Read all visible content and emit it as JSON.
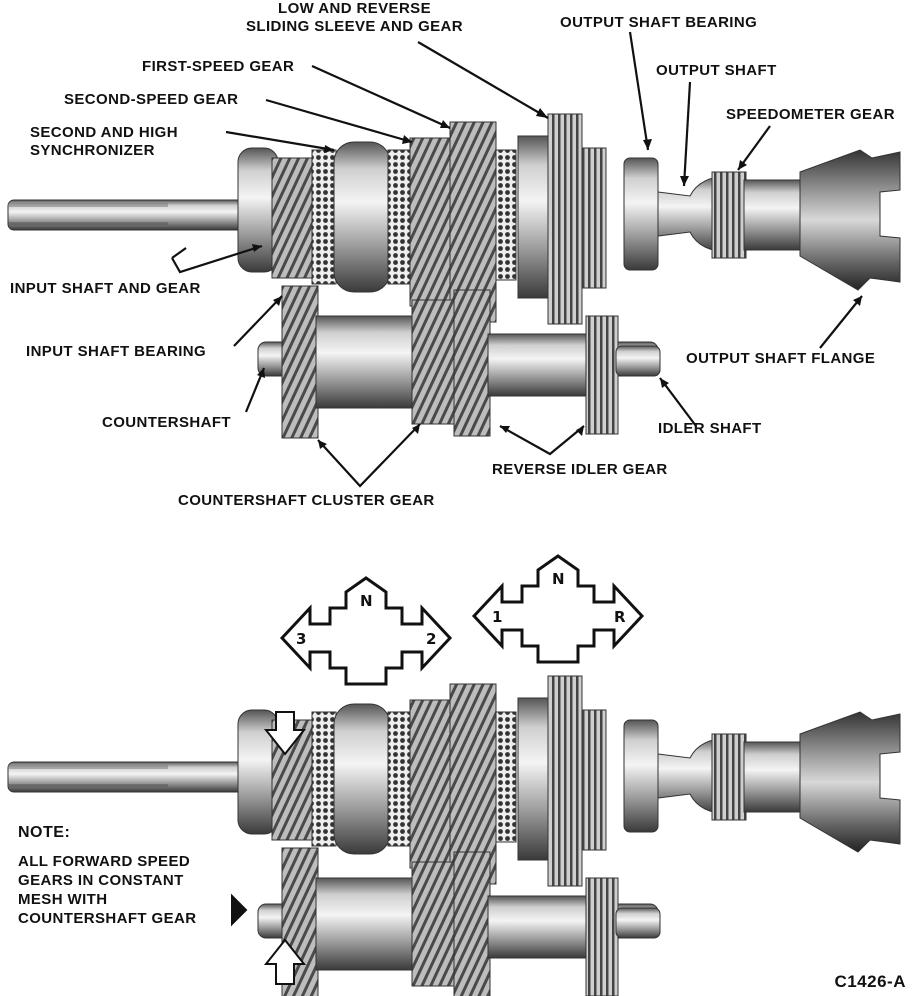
{
  "labels": {
    "low_reverse_line1": "LOW AND REVERSE",
    "low_reverse_line2": "SLIDING SLEEVE AND GEAR",
    "output_shaft_bearing": "OUTPUT SHAFT BEARING",
    "output_shaft": "OUTPUT SHAFT",
    "first_speed_gear": "FIRST-SPEED GEAR",
    "second_speed_gear": "SECOND-SPEED GEAR",
    "speedometer_gear": "SPEEDOMETER GEAR",
    "second_high_line1": "SECOND AND HIGH",
    "second_high_line2": "SYNCHRONIZER",
    "input_shaft_gear": "INPUT SHAFT AND GEAR",
    "input_shaft_bearing": "INPUT SHAFT BEARING",
    "output_shaft_flange": "OUTPUT SHAFT FLANGE",
    "countershaft": "COUNTERSHAFT",
    "idler_shaft": "IDLER SHAFT",
    "reverse_idler_gear": "REVERSE IDLER GEAR",
    "countershaft_cluster_gear": "COUNTERSHAFT CLUSTER GEAR"
  },
  "shift_patterns": [
    {
      "left": "3",
      "top": "N",
      "right": "2"
    },
    {
      "left": "1",
      "top": "N",
      "right": "R"
    }
  ],
  "note": {
    "heading": "NOTE:",
    "lines": [
      "ALL FORWARD SPEED",
      "GEARS IN CONSTANT",
      "MESH WITH",
      "COUNTERSHAFT GEAR"
    ]
  },
  "figure_code": "C1426-A",
  "colors": {
    "metal_light": "#e6e6e6",
    "metal_mid": "#9a9a9a",
    "metal_dark": "#3c3c3c",
    "ink": "#111111"
  }
}
